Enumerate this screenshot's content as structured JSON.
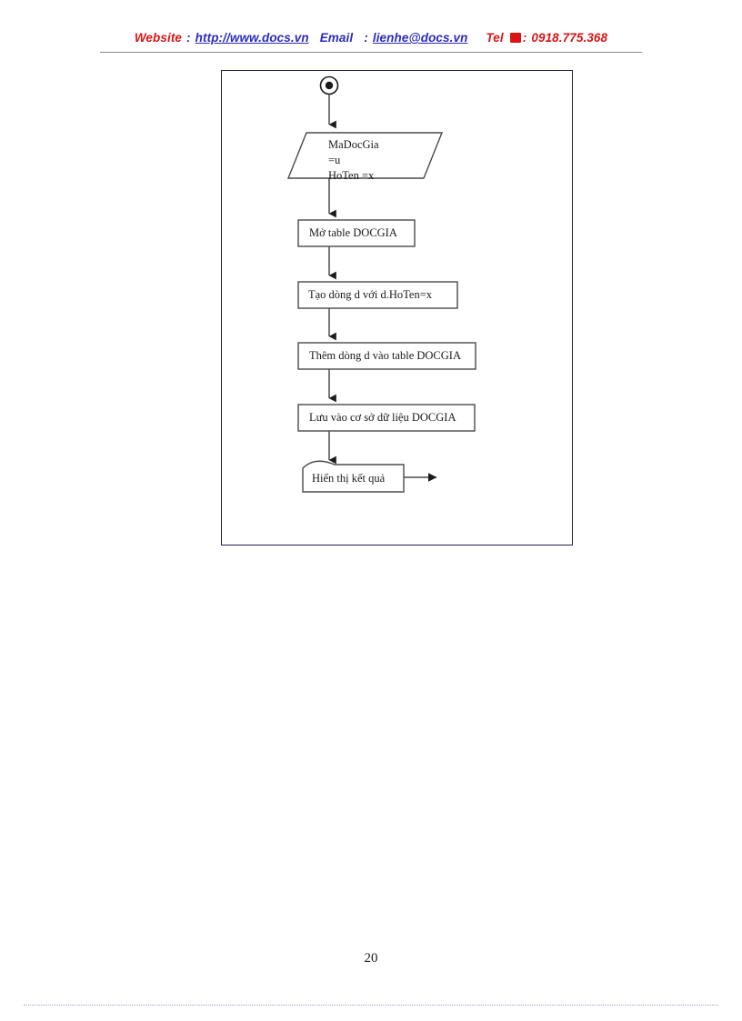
{
  "header": {
    "website_label": "Website",
    "colon1": ":",
    "website_url": "http://www.docs.vn",
    "email_label": "Email",
    "colon2": ":",
    "email_address": "lienhe@docs.vn",
    "tel_label": "Tel",
    "phone_icon": "telephone-icon",
    "colon3": ":",
    "phone_number": "0918.775.368",
    "link_color": "#2b2bbf",
    "accent_color": "#d81616"
  },
  "flowchart": {
    "title": "",
    "nodes": [
      {
        "id": "start",
        "type": "start-terminator",
        "shape": "circle-with-dot",
        "label": ""
      },
      {
        "id": "input-docgia",
        "type": "input",
        "shape": "parallelogram",
        "lines": [
          "MaDocGia",
          "=u",
          "HoTen =x"
        ]
      },
      {
        "id": "open-table",
        "type": "process",
        "shape": "rectangle",
        "label": "Mở table DOCGIA"
      },
      {
        "id": "create-row",
        "type": "process",
        "shape": "rectangle",
        "label": "Tạo dòng d với d.HoTen=x"
      },
      {
        "id": "add-row",
        "type": "process",
        "shape": "rectangle",
        "label": "Thêm dòng d vào table DOCGIA"
      },
      {
        "id": "save-db",
        "type": "process",
        "shape": "rectangle",
        "label": "Lưu vào cơ sở dữ liệu DOCGIA"
      },
      {
        "id": "show-result",
        "type": "output",
        "shape": "document",
        "label": "Hiển thị kết quả"
      }
    ],
    "edges": [
      {
        "from": "start",
        "to": "input-docgia",
        "arrow": true
      },
      {
        "from": "input-docgia",
        "to": "open-table",
        "arrow": true
      },
      {
        "from": "open-table",
        "to": "create-row",
        "arrow": true
      },
      {
        "from": "create-row",
        "to": "add-row",
        "arrow": true
      },
      {
        "from": "add-row",
        "to": "save-db",
        "arrow": true
      },
      {
        "from": "save-db",
        "to": "show-result",
        "arrow": true
      },
      {
        "from": "show-result",
        "to": "exit",
        "arrow": true,
        "direction": "right"
      }
    ],
    "stroke_color": "#4a4a4a",
    "arrow_color": "#1a1a1a",
    "frame_color": "#20204a"
  },
  "footer": {
    "page_number": "20"
  }
}
